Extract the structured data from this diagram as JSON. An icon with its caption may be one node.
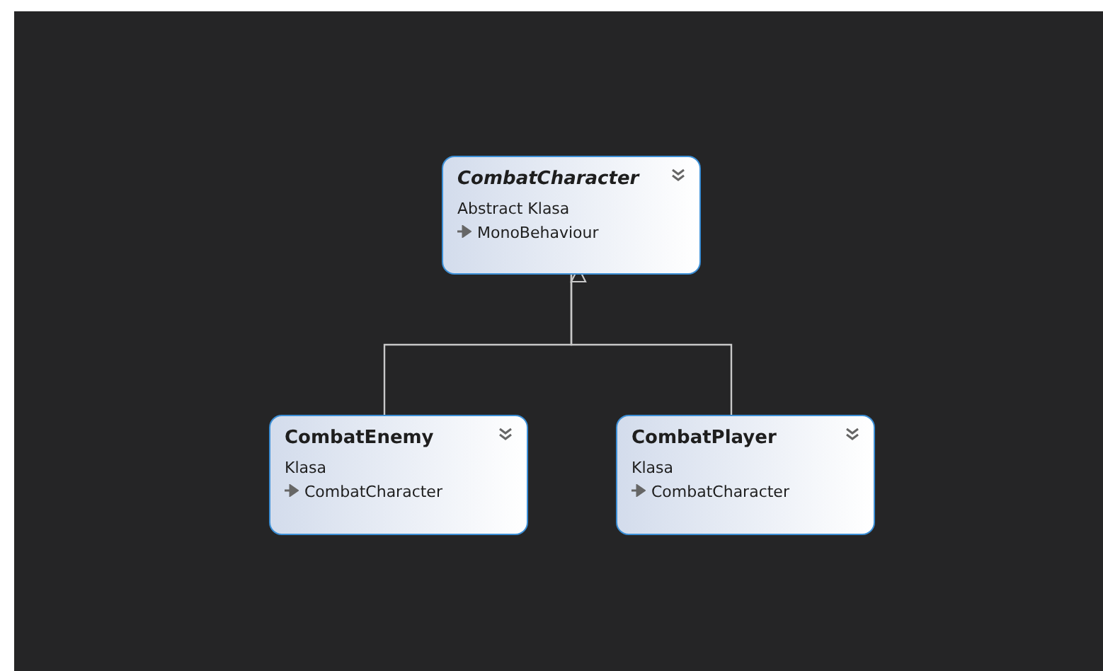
{
  "diagram": {
    "nodes": [
      {
        "text": [
          "CombatCharacter",
          "Abstract Klasa",
          "MonoBehaviour"
        ]
      },
      {
        "text": [
          "CombatEnemy",
          "Klasa",
          "CombatCharacter"
        ]
      },
      {
        "text": [
          "CombatPlayer",
          "Klasa",
          "CombatCharacter"
        ]
      }
    ],
    "edges": [
      {
        "from": 1,
        "to": 0,
        "arrow": "to"
      },
      {
        "from": 2,
        "to": 0,
        "arrow": "to"
      }
    ]
  }
}
